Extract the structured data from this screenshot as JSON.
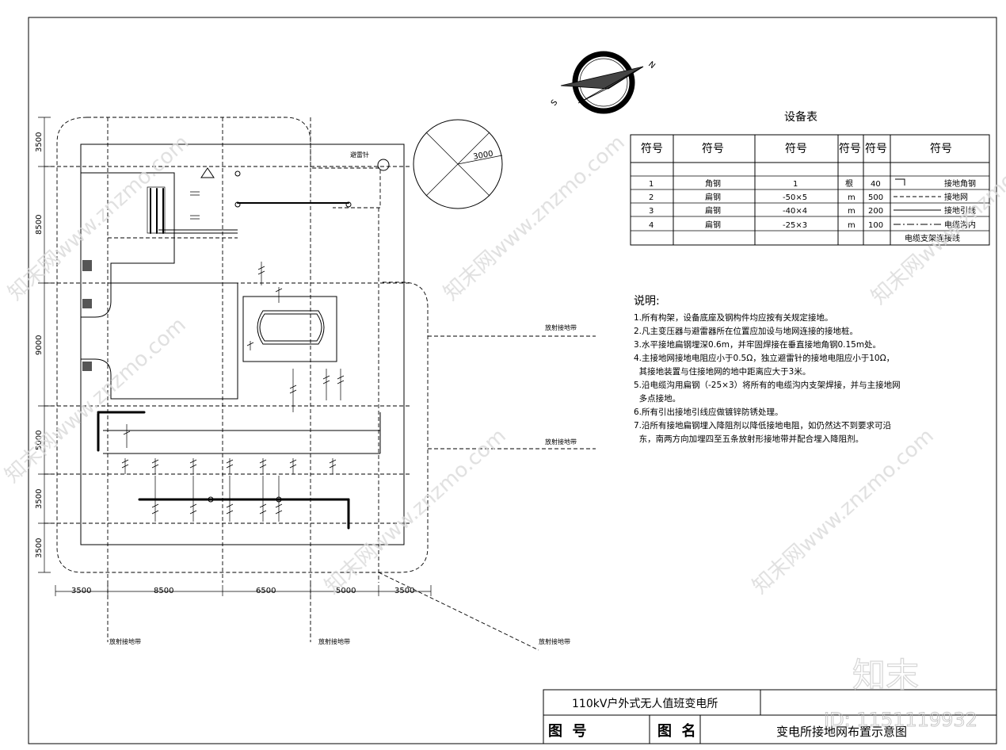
{
  "compass": {
    "north_label": "N",
    "south_label": "S"
  },
  "lightning_rod": {
    "label": "避雷针",
    "radius_label": "3000"
  },
  "equipment_table": {
    "title": "设备表",
    "headers": [
      "符号",
      "符号",
      "符号",
      "符号",
      "符号",
      "符号"
    ],
    "rows": [
      {
        "no": "1",
        "name": "角钢",
        "spec": "1",
        "unit": "根",
        "qty": "40",
        "legend": "接地角钢"
      },
      {
        "no": "2",
        "name": "扁钢",
        "spec": "-50×5",
        "unit": "m",
        "qty": "500",
        "legend": "接地网"
      },
      {
        "no": "3",
        "name": "扁钢",
        "spec": "-40×4",
        "unit": "m",
        "qty": "200",
        "legend": "接地引线"
      },
      {
        "no": "4",
        "name": "扁钢",
        "spec": "-25×3",
        "unit": "m",
        "qty": "100",
        "legend": "电缆沟内"
      }
    ],
    "footer_legend": "电缆支架连接线"
  },
  "notes": {
    "title": "说明:",
    "items": [
      "1.所有构架，设备底座及钢构件均应按有关规定接地。",
      "2.凡主变压器与避雷器所在位置应加设与地网连接的接地桩。",
      "3.水平接地扁钢埋深0.6m，并牢固焊接在垂直接地角钢0.15m处。",
      "4.主接地网接地电阻应小于0.5Ω，独立避雷针的接地电阻应小于10Ω，",
      "  其接地装置与住接地网的地中距离应大于3米。",
      "5.沿电缆沟用扁钢（-25×3）将所有的电缆沟内支架焊接，并与主接地网",
      "  多点接地。",
      "6.所有引出接地引线应做镀锌防锈处理。",
      "7.沿所有接地扁钢埋入降阻剂以降低接地电阻，如仍然达不到要求可沿",
      "  东，南两方向加埋四至五条放射形接地带并配合埋入降阻剂。"
    ]
  },
  "radial_label": "放射接地带",
  "dims_bottom": [
    "3500",
    "8500",
    "6500",
    "5000",
    "3500"
  ],
  "dims_left": [
    "3500",
    "8500",
    "9000",
    "5000",
    "3500",
    "3500"
  ],
  "title_block": {
    "project": "110kV户外式无人值班变电所",
    "drawing_no_label": "图  号",
    "drawing_name_label": "图  名",
    "drawing_name": "变电所接地网布置示意图"
  },
  "watermark": {
    "site": "知末网www.znzmo.com",
    "brand": "知末",
    "id": "ID: 1151119932"
  }
}
